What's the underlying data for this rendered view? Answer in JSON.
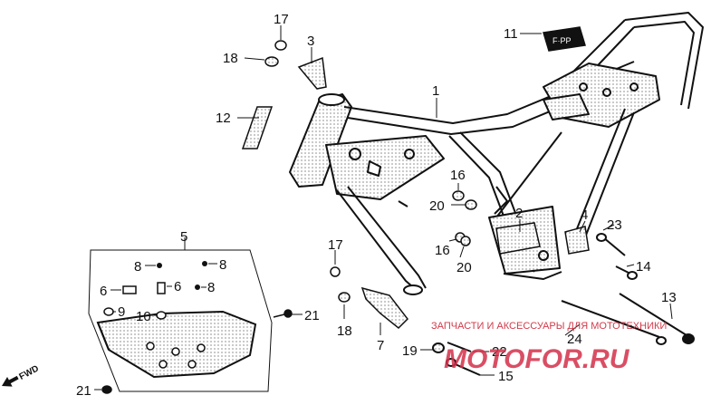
{
  "diagram": {
    "callouts": {
      "c1": "1",
      "c2": "2",
      "c3": "3",
      "c4": "4",
      "c5": "5",
      "c6a": "6",
      "c6b": "6",
      "c7": "7",
      "c8a": "8",
      "c8b": "8",
      "c8c": "8",
      "c9": "9",
      "c10": "10",
      "c11": "11",
      "c12": "12",
      "c13": "13",
      "c14": "14",
      "c15": "15",
      "c16a": "16",
      "c16b": "16",
      "c17a": "17",
      "c17b": "17",
      "c18a": "18",
      "c18b": "18",
      "c19": "19",
      "c20a": "20",
      "c20b": "20",
      "c21a": "21",
      "c21b": "21",
      "c22": "22",
      "c23": "23",
      "c24": "24"
    },
    "fwd_label": "FWD",
    "colors": {
      "ink": "#111111",
      "watermark": "#d3304a"
    }
  },
  "watermark": {
    "caption": "ЗАПЧАСТИ И АКСЕССУАРЫ ДЛЯ МОТОТЕХНИКИ",
    "logo": "MOTOFOR.RU"
  }
}
